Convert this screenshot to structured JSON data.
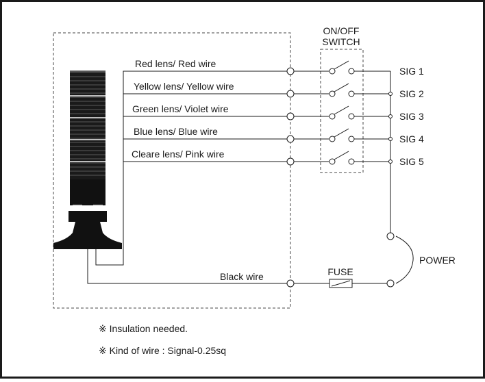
{
  "switch_header": {
    "line1": "ON/OFF",
    "line2": "SWITCH"
  },
  "wires": [
    {
      "label": "Red lens/ Red wire",
      "signal": "SIG 1"
    },
    {
      "label": "Yellow lens/ Yellow wire",
      "signal": "SIG 2"
    },
    {
      "label": "Green lens/ Violet wire",
      "signal": "SIG 3"
    },
    {
      "label": "Blue lens/ Blue wire",
      "signal": "SIG 4"
    },
    {
      "label": "Cleare lens/ Pink wire",
      "signal": "SIG 5"
    }
  ],
  "black_wire": "Black wire",
  "fuse": "FUSE",
  "power": "POWER",
  "notes": [
    "※ Insulation needed.",
    "※ Kind of wire :  Signal-0.25sq"
  ]
}
